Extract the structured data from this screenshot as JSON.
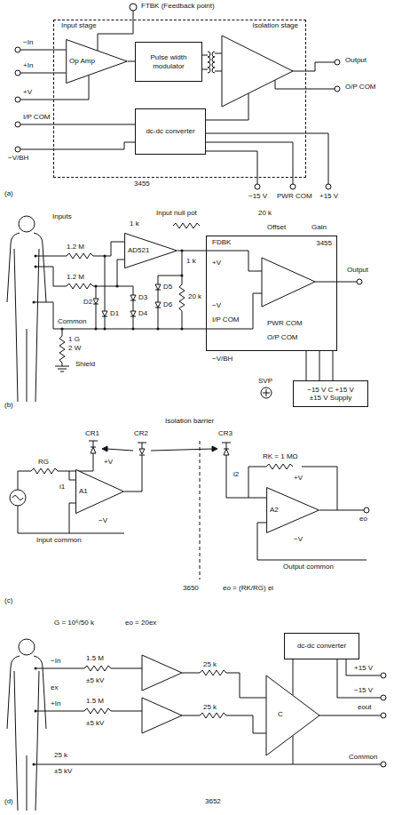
{
  "diagram": {
    "nodes": [
      {
        "text": [
          "Input stage",
          "Isolation stage"
        ]
      },
      {
        "text": [
          "Op Amp"
        ],
        "in": 0
      },
      {
        "text": [
          "Pulse width modulator"
        ],
        "in": 0
      },
      {
        "text": [
          "dc-dc converter"
        ],
        "in": 0
      },
      {
        "text": [
          "AD521"
        ]
      },
      {
        "text": [
          "3455"
        ]
      },
      {
        "text": [
          "−15 V C +15 V",
          "±15 V Supply"
        ]
      },
      {
        "text": [
          "A1"
        ]
      },
      {
        "text": [
          "A2"
        ]
      },
      {
        "text": [
          "dc-dc converter"
        ]
      }
    ],
    "edges": [
      {
        "from": 1,
        "to": 2,
        "arrow": "none"
      },
      {
        "from": 4,
        "to": 5,
        "arrow": "none"
      }
    ],
    "labels": [
      "FTBK (Feedback point)",
      "−In",
      "+In",
      "+V",
      "I/P COM",
      "−V/BH",
      "3455",
      "Output",
      "O/P COM",
      "−15 V",
      "PWR COM",
      "+15 V",
      "(a)",
      "Inputs",
      "1.2 M",
      "1.2 M",
      "D1",
      "D2",
      "D3",
      "D4",
      "D5",
      "D6",
      "20 k",
      "Common",
      "1 G",
      "2 W",
      "Shield",
      "1 k",
      "1 k",
      "Input null pot",
      "20 k",
      "Offset",
      "Gain",
      "FDBK",
      "+V",
      "−V",
      "I/P COM",
      "PWR COM",
      "O/P COM",
      "Output",
      "−V/BH",
      "SVP",
      "(b)",
      "Isolation barrier",
      "CR1",
      "CR2",
      "CR3",
      "RG",
      "i1",
      "+V",
      "−V",
      "Input common",
      "RK = 1 MΩ",
      "i2",
      "+V",
      "−V",
      "eo",
      "Output common",
      "3650",
      "eo = (RK/RG) ei",
      "(c)",
      "G = 10⁶/50 k",
      "eo = 20ex",
      "−In",
      "1.5 M",
      "ex",
      "±5 kV",
      "+In",
      "1.5 M",
      "±5 kV",
      "25 k",
      "±5 kV",
      "25 k",
      "25 k",
      "C",
      "+15 V",
      "−15 V",
      "eout",
      "Common",
      "3652",
      "(d)"
    ]
  }
}
